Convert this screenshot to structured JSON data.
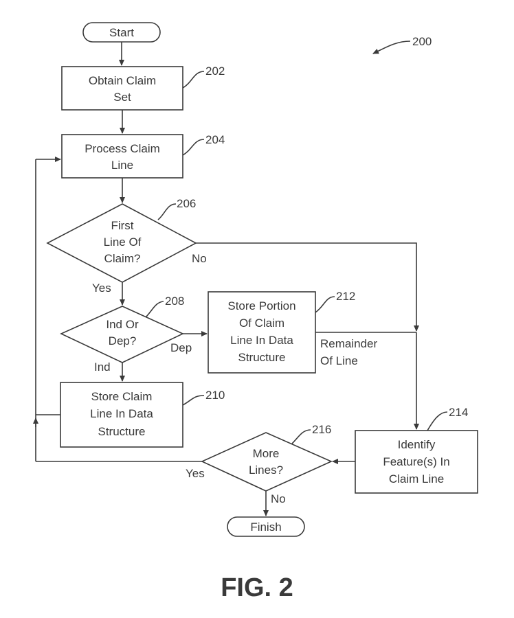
{
  "figure_label": "FIG. 2",
  "figure_ref": "200",
  "nodes": {
    "start": {
      "label": "Start"
    },
    "obtain": {
      "lines": [
        "Obtain Claim",
        "Set"
      ],
      "ref": "202"
    },
    "process": {
      "lines": [
        "Process Claim",
        "Line"
      ],
      "ref": "204"
    },
    "first_line": {
      "lines": [
        "First",
        "Line Of",
        "Claim?"
      ],
      "ref": "206"
    },
    "ind_dep": {
      "lines": [
        "Ind Or",
        "Dep?"
      ],
      "ref": "208"
    },
    "store_line": {
      "lines": [
        "Store Claim",
        "Line In Data",
        "Structure"
      ],
      "ref": "210"
    },
    "store_portion": {
      "lines": [
        "Store Portion",
        "Of Claim",
        "Line In Data",
        "Structure"
      ],
      "ref": "212"
    },
    "identify": {
      "lines": [
        "Identify",
        "Feature(s) In",
        "Claim Line"
      ],
      "ref": "214"
    },
    "more_lines": {
      "lines": [
        "More",
        "Lines?"
      ],
      "ref": "216"
    },
    "finish": {
      "label": "Finish"
    }
  },
  "edge_labels": {
    "no_first": "No",
    "yes_first": "Yes",
    "dep": "Dep",
    "ind": "Ind",
    "remainder": [
      "Remainder",
      "Of Line"
    ],
    "yes_more": "Yes",
    "no_more": "No"
  }
}
